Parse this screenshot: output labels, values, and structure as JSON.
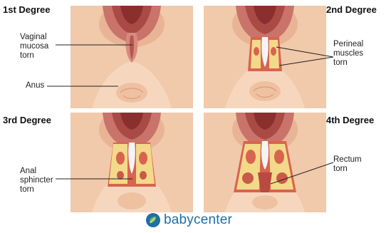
{
  "panels": [
    {
      "degree": "1st Degree",
      "callouts": [
        {
          "lines": [
            "Vaginal",
            "mucosa",
            "torn"
          ]
        },
        {
          "lines": [
            "Anus"
          ]
        }
      ]
    },
    {
      "degree": "2nd Degree",
      "callouts": [
        {
          "lines": [
            "Perineal",
            "muscles",
            "torn"
          ]
        }
      ]
    },
    {
      "degree": "3rd Degree",
      "callouts": [
        {
          "lines": [
            "Anal",
            "sphincter",
            "torn"
          ]
        }
      ]
    },
    {
      "degree": "4th Degree",
      "callouts": [
        {
          "lines": [
            "Rectum",
            "torn"
          ]
        }
      ]
    }
  ],
  "footer": {
    "brand": "babycenter"
  },
  "colors": {
    "skin": "#f4cfb3",
    "skin_shadow": "#dea385",
    "tissue": "#c86a60",
    "tissue_dark": "#9e3f3a",
    "muscle": "#f3d98a",
    "wound": "#d8644f",
    "brand": "#1d6fa5",
    "brand_green": "#76b843"
  }
}
